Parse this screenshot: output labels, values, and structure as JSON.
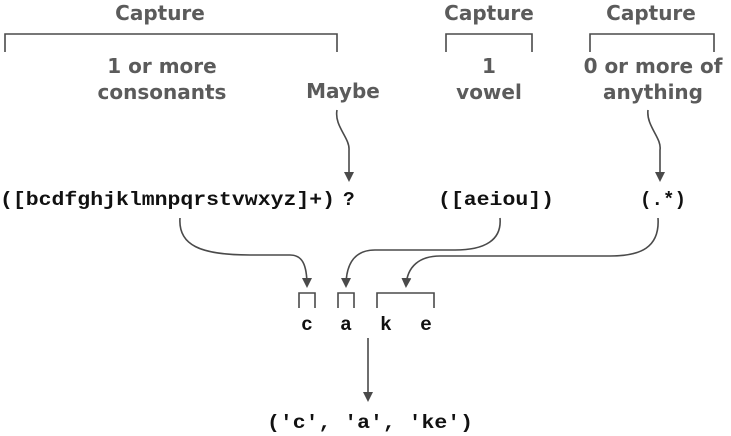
{
  "labels": {
    "capture_1": "Capture",
    "capture_2": "Capture",
    "capture_3": "Capture",
    "consonants_line1": "1 or more",
    "consonants_line2": "consonants",
    "maybe": "Maybe",
    "vowel_line1": "1",
    "vowel_line2": "vowel",
    "anything_line1": "0 or more of",
    "anything_line2": "anything"
  },
  "regex": {
    "group1": "([bcdfghjklmnpqrstvwxyz]+)",
    "optional": "?",
    "group2": "([aeiou])",
    "group3": "(.*)"
  },
  "word": {
    "letters": [
      "c",
      "a",
      "k",
      "e"
    ]
  },
  "result": "('c', 'a', 'ke')"
}
